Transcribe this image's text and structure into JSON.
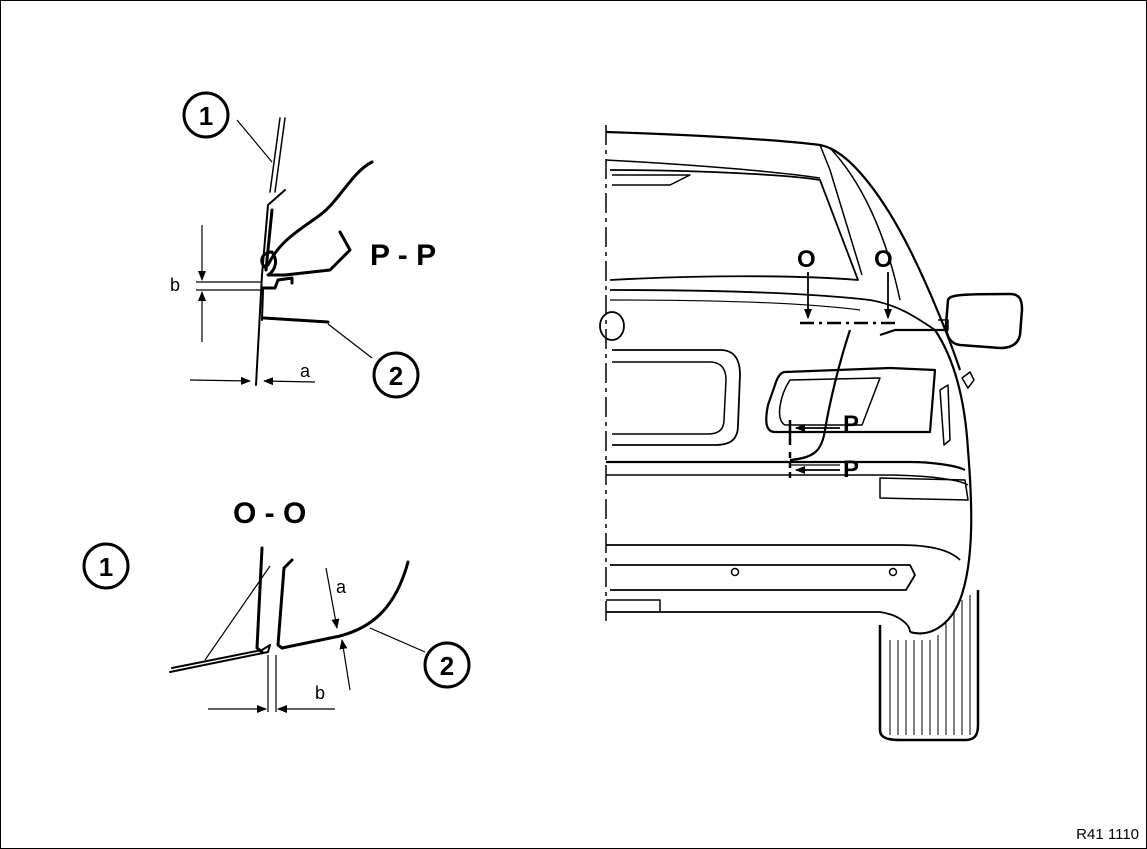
{
  "sections": {
    "pp": {
      "title": "P - P",
      "dim_a": "a",
      "dim_b": "b",
      "callout_1": "1",
      "callout_2": "2"
    },
    "oo": {
      "title": "O - O",
      "dim_a": "a",
      "dim_b": "b",
      "callout_1": "1",
      "callout_2": "2"
    }
  },
  "car": {
    "section_mark_o_left": "O",
    "section_mark_o_right": "O",
    "section_mark_p_upper": "P",
    "section_mark_p_lower": "P"
  },
  "reference_code": "R41 1110"
}
